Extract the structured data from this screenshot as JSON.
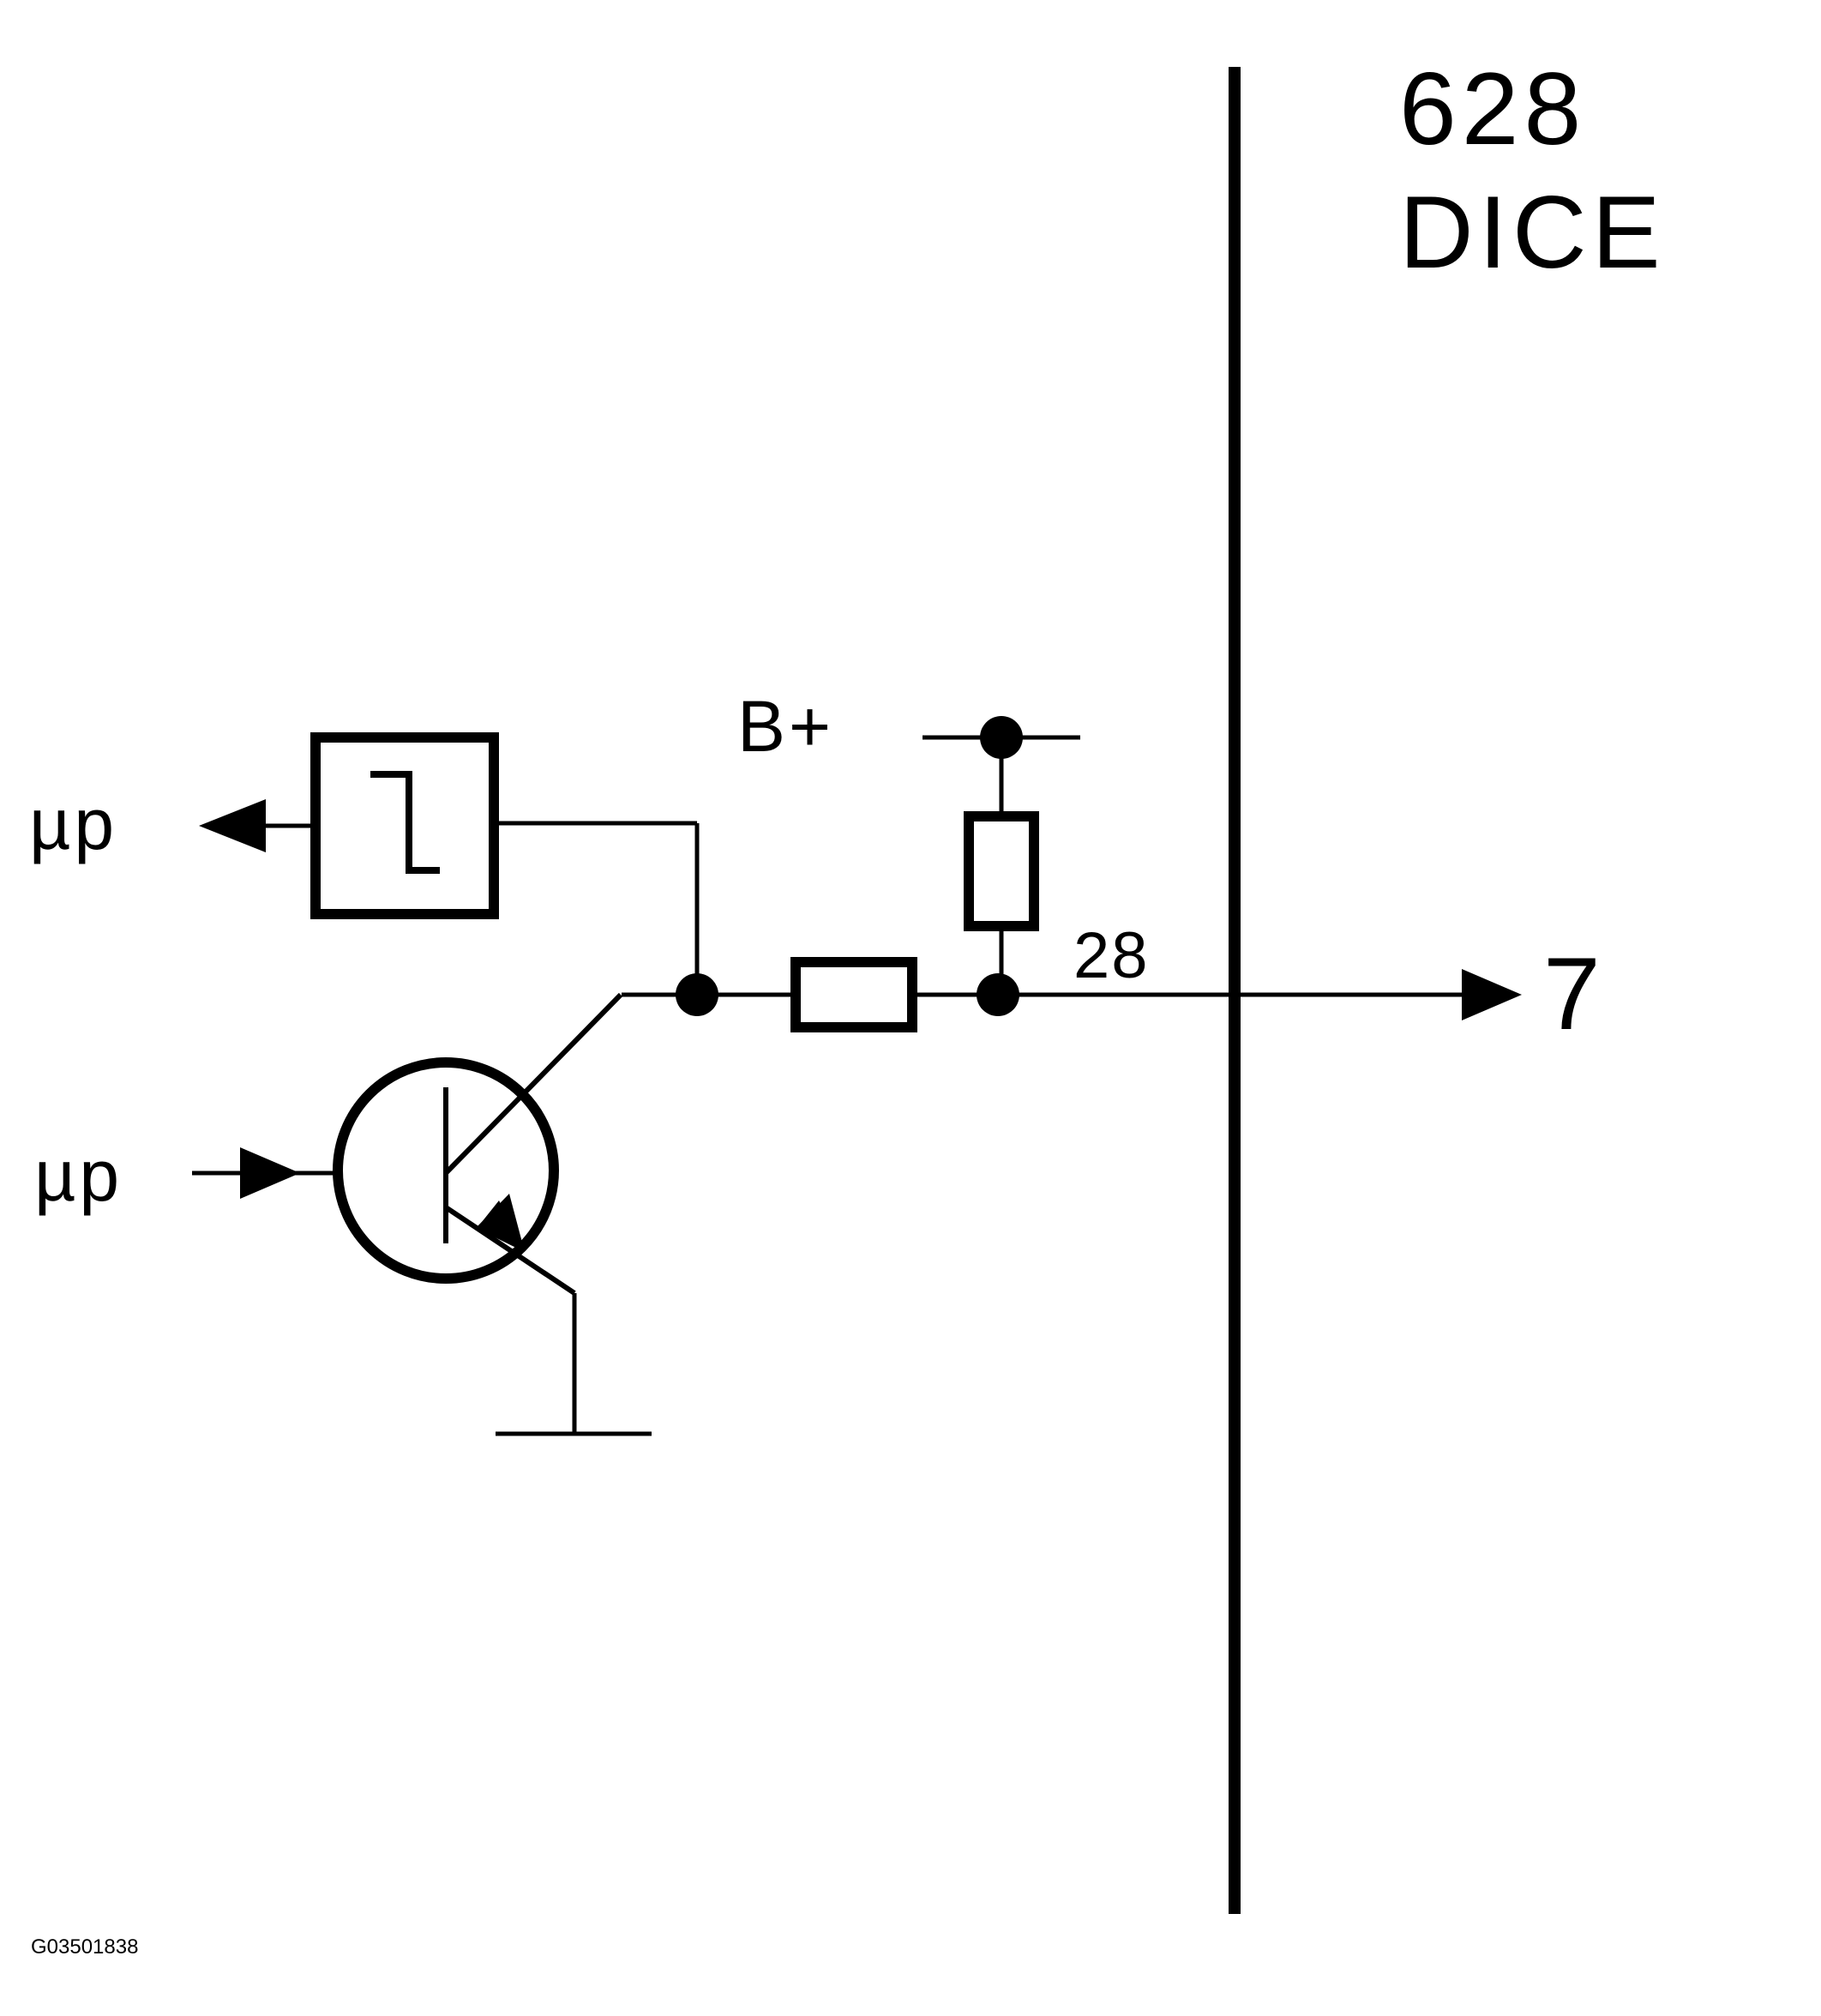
{
  "module": {
    "number": "628",
    "name": "DICE"
  },
  "labels": {
    "mu_p_output": "µp",
    "mu_p_input": "µp",
    "supply": "B+",
    "pin_number": "28",
    "destination": "7"
  },
  "figure_id": "G03501838",
  "colors": {
    "ink": "#000000",
    "background": "#ffffff"
  }
}
